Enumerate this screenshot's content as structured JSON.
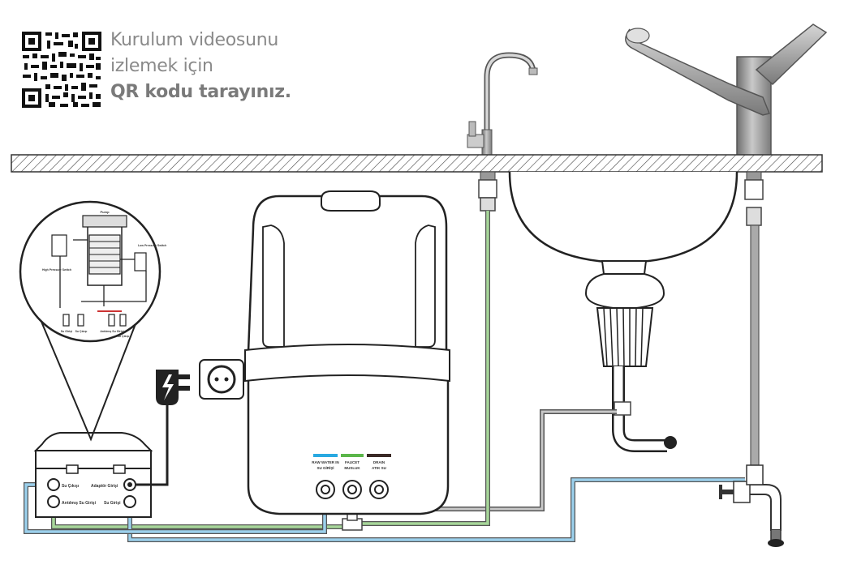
{
  "qr": {
    "line1": "Kurulum videosunu",
    "line2": "izlemek için",
    "line3": "QR kodu tarayınız."
  },
  "pump_box": {
    "label_cikis": "Su Çıkışı",
    "label_adaptor": "Adaptör Girişi",
    "label_arituma": "Arıtılmış Su Girişi",
    "label_su_girisi": "Su Girişi"
  },
  "filter": {
    "ports": [
      {
        "line1": "RAW WATER IN",
        "line2": "SU GİRİŞİ",
        "color": "#29a9e1"
      },
      {
        "line1": "FAUCET",
        "line2": "MUSLUK",
        "color": "#5bb64a"
      },
      {
        "line1": "DRAIN",
        "line2": "ATIK SU",
        "color": "#3a2a26"
      }
    ]
  },
  "inset": {
    "pump": "Pump",
    "low_pressure": "Low Pressure Switch",
    "high_pressure": "High Pressure Switch",
    "ports": [
      "Su Girişi",
      "Su Çıkışı",
      "Arıtılmış Su Girişi",
      "Su Çıkışı"
    ]
  },
  "colors": {
    "raw_water": "#8ec7e4",
    "faucet": "#9ccf8f",
    "drain": "#8e8e8e"
  }
}
